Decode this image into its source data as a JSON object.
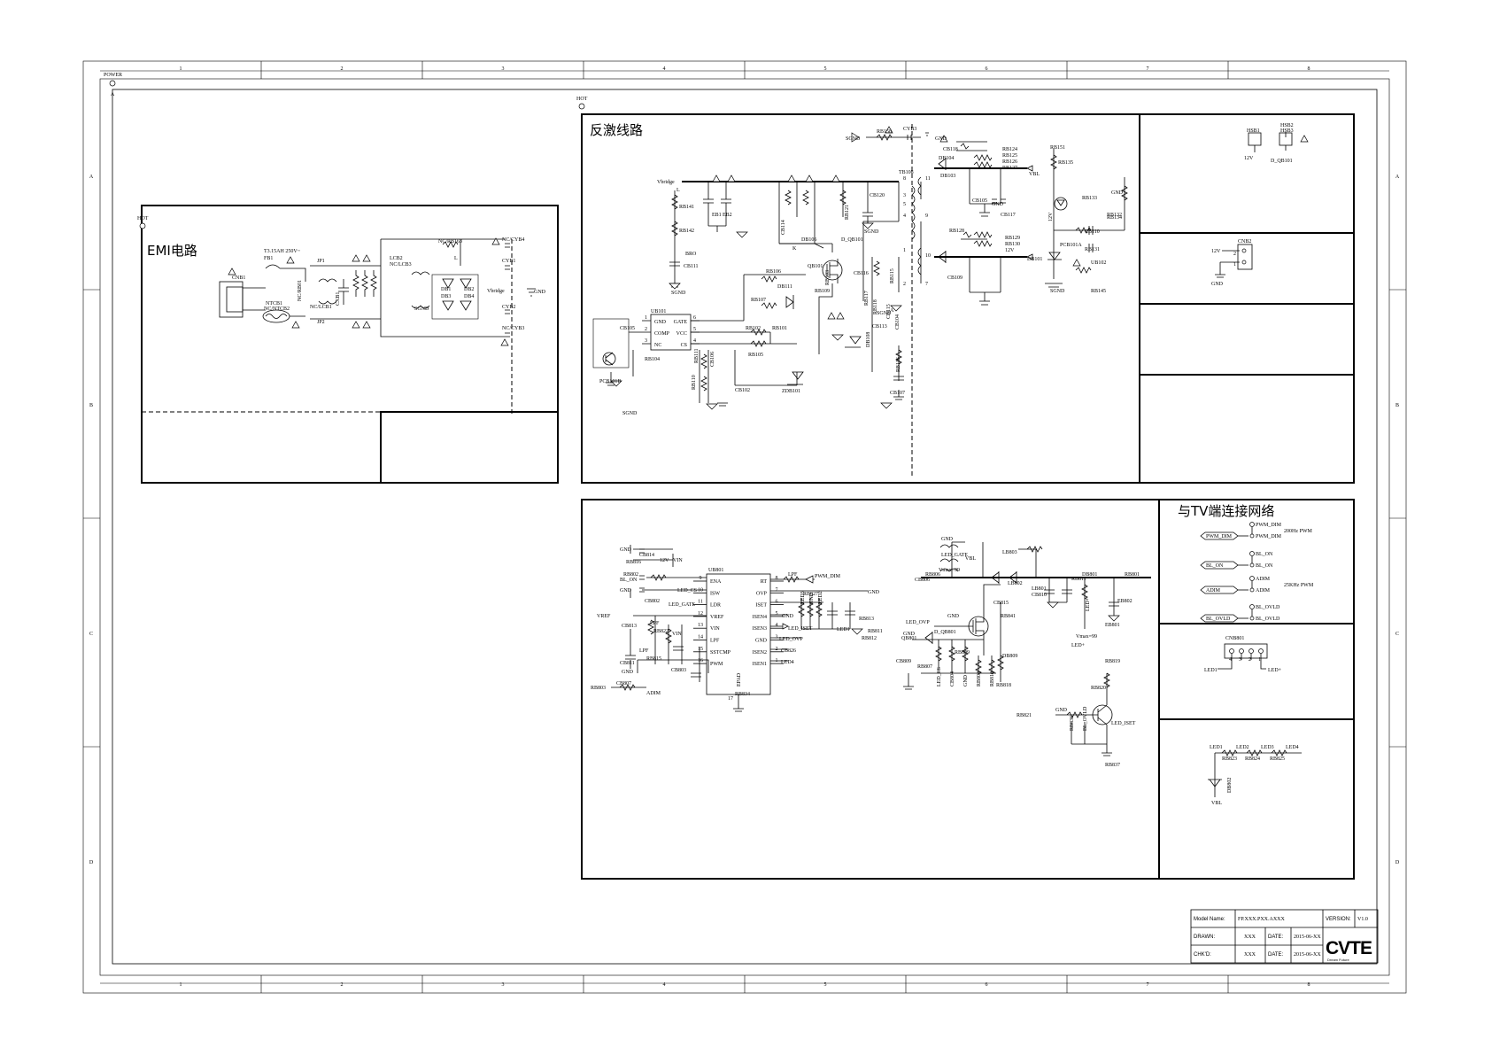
{
  "frame": {
    "columns": [
      "1",
      "2",
      "3",
      "4",
      "5",
      "6",
      "7",
      "8"
    ],
    "rows": [
      "A",
      "B",
      "C",
      "D"
    ],
    "power_label": "POWER",
    "power_sub": "A"
  },
  "emi": {
    "title": "EMI电路",
    "hot": "HOT",
    "fuse_rating": "T3.15AH 250V~",
    "labels": [
      "CNB1",
      "FB1",
      "NTCB1",
      "NC/NTCB2",
      "JP1",
      "JP2",
      "NC/RB01",
      "CXB1",
      "NC/LCB1",
      "LCB2",
      "NC/LCB3",
      "NC/RB163",
      "NC/CYB4",
      "CYB1",
      "CYB2",
      "NC/CYB3",
      "DB1",
      "DB2",
      "DB3",
      "DB4",
      "Vbridge",
      "L",
      "SGND",
      "GND"
    ]
  },
  "flyback": {
    "title": "反激线路",
    "hot": "HOT",
    "labels": [
      "SGND",
      "RB158",
      "CYB3",
      "GND",
      "CB118",
      "DB104",
      "DB103",
      "RB124",
      "RB125",
      "RB126",
      "RB127",
      "VBL",
      "TB108",
      "Vbridge",
      "L",
      "RB141",
      "RB142",
      "BRO",
      "CB111",
      "SGND",
      "EB1",
      "EB2",
      "CB114",
      "RB121",
      "CB120",
      "SGND",
      "DB106",
      "K",
      "D_QB101",
      "QB101",
      "RB106",
      "DB111",
      "RB107",
      "RB109",
      "RB103",
      "CB116",
      "RB115",
      "RB118",
      "RB117",
      "RB102",
      "RB101",
      "RB105",
      "RB104",
      "CB105",
      "PCB101B",
      "SGND",
      "RB111",
      "RB110",
      "CB106",
      "CB102",
      "ZDB101",
      "CB107",
      "RB116",
      "DB108",
      "CB104",
      "CB105",
      "GND",
      "CB117",
      "RB128",
      "RB129",
      "RB130",
      "12V",
      "DB101",
      "CB109",
      "CB110",
      "RB131",
      "RB132",
      "RB133",
      "RB134",
      "RB145",
      "UB102",
      "PCB101A",
      "12V",
      "RB151",
      "RB135",
      "GND",
      "SGND",
      "SGND",
      "A",
      "CB113",
      "CB115"
    ],
    "ic": {
      "name": "UB101",
      "pins": [
        {
          "num": "1",
          "name": "GND"
        },
        {
          "num": "6",
          "name": "GATE"
        },
        {
          "num": "2",
          "name": "COMP"
        },
        {
          "num": "5",
          "name": "VCC"
        },
        {
          "num": "3",
          "name": "NC"
        },
        {
          "num": "4",
          "name": "CS"
        }
      ]
    },
    "transformer_pins": [
      "8",
      "11",
      "3",
      "5",
      "4",
      "9",
      "1",
      "10",
      "2",
      "7"
    ]
  },
  "heatsink": {
    "labels": [
      "HSB1",
      "HSB2",
      "HSB3",
      "12V",
      "D_QB101"
    ]
  },
  "cnb2": {
    "labels": [
      "12V",
      "CNB2",
      "GND",
      "2",
      "1"
    ]
  },
  "led_driver": {
    "ic": {
      "name": "UB801",
      "left_pins": [
        {
          "num": "9",
          "name": "ENA"
        },
        {
          "num": "10",
          "name": "ISW"
        },
        {
          "num": "11",
          "name": "LDR"
        },
        {
          "num": "12",
          "name": "VREF"
        },
        {
          "num": "13",
          "name": "VIN"
        },
        {
          "num": "14",
          "name": "LPF"
        },
        {
          "num": "15",
          "name": "SSTCMP"
        },
        {
          "num": "16",
          "name": "PWM"
        }
      ],
      "right_pins": [
        {
          "num": "8",
          "name": "RT"
        },
        {
          "num": "7",
          "name": "OVP"
        },
        {
          "num": "6",
          "name": "ISET"
        },
        {
          "num": "5",
          "name": "ISEN4"
        },
        {
          "num": "4",
          "name": "ISEN3"
        },
        {
          "num": "3",
          "name": "GND"
        },
        {
          "num": "2",
          "name": "ISEN2"
        },
        {
          "num": "1",
          "name": "ISEN1"
        }
      ],
      "ep": "EPAD",
      "ep_num": "17"
    },
    "labels": [
      "GND",
      "CB814",
      "RB816",
      "12V",
      "VIN",
      "RB802",
      "BL_ON",
      "GND",
      "CB802",
      "LED_CS",
      "LED_GATE",
      "VREF",
      "CB813",
      "LPF",
      "RB822",
      "VIN",
      "LPF",
      "CB811",
      "GND",
      "RB815",
      "CB803",
      "RB803",
      "CB807",
      "ADIM",
      "RB834",
      "LPF",
      "PWM_DIM",
      "GND",
      "RB827",
      "GND",
      "LED_OVP",
      "LED_ISET",
      "CB826",
      "LED4",
      "LED3",
      "GND",
      "LED2",
      "LED1",
      "RB813",
      "RB812",
      "RB811",
      "RB806",
      "CB806",
      "GND",
      "LED_GATE",
      "Vmax=99",
      "VBL",
      "LB803",
      "LB802",
      "LB801",
      "CB810",
      "RB811",
      "DB801",
      "RB801",
      "EB802",
      "EB801",
      "LED+",
      "Vmax=99",
      "LED+",
      "CB815",
      "GND",
      "RB841",
      "LED_OVP",
      "GND",
      "D_QB801",
      "QB801",
      "CB809",
      "RB807",
      "RB809",
      "DB809",
      "LED_CS",
      "CB804",
      "GND",
      "RB808",
      "RB810",
      "RB818",
      "RB819",
      "RB820",
      "RB821",
      "GND",
      "LED_ISET",
      "RB836",
      "BL_OVLD",
      "RB837",
      "QB803",
      "RB838",
      "CB827",
      "GND"
    ]
  },
  "tv_interface": {
    "title": "与TV端连接网络",
    "signals": [
      {
        "port": "PWM_DIM",
        "net": "PWM_DIM",
        "test": "PWM_DIM",
        "note": "200Hz PWM"
      },
      {
        "port": "BL_ON",
        "net": "BL_ON",
        "test": "BL_ON",
        "note": ""
      },
      {
        "port": "ADIM",
        "net": "ADIM",
        "test": "ADIM",
        "note": "25KHz PWM"
      },
      {
        "port": "BL_OVLD",
        "net": "BL_OVLD",
        "test": "BL_OVLD",
        "note": ""
      }
    ]
  },
  "led_connector": {
    "labels": [
      "CNB801",
      "LED1",
      "LED+",
      "4",
      "3",
      "2",
      "1"
    ]
  },
  "led_network": {
    "labels": [
      "LED1",
      "LED2",
      "LED3",
      "LED4",
      "RB823",
      "RB824",
      "RB825",
      "DB802",
      "VBL"
    ]
  },
  "title_block": {
    "model_label": "Model Name:",
    "model_value": "FP.XXX.PXX.AXXX",
    "version_label": "VERSION:",
    "version_value": "V1.0",
    "drawn_label": "DRAWN:",
    "drawn_value": "XXX",
    "drawn_date_label": "DATE:",
    "drawn_date": "2015-06-XX",
    "chkd_label": "CHK'D:",
    "chkd_value": "XXX",
    "chkd_date_label": "DATE:",
    "chkd_date": "2015-06-XX",
    "logo": "CVTE",
    "logo_sub": "Dream Future"
  }
}
